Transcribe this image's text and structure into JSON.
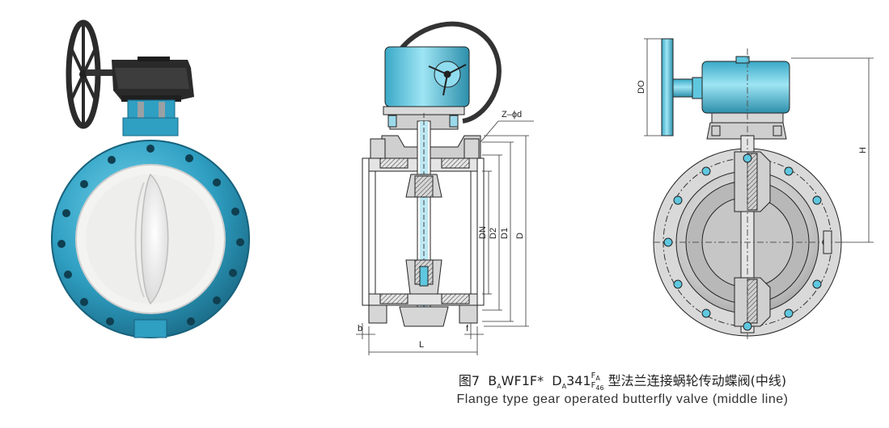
{
  "figure": {
    "caption_cn_prefix": "图7",
    "caption_cn_model": "B",
    "caption_cn_model_sub": "A",
    "caption_cn_model_rest": "WF1F*",
    "caption_cn_model2": "D",
    "caption_cn_model2_sub": "A",
    "caption_cn_model2_rest": "341",
    "caption_cn_frac_top": "F",
    "caption_cn_frac_top_sub": "A",
    "caption_cn_frac_bot": "F",
    "caption_cn_frac_bot_sub": "46",
    "caption_cn_title": "型法兰连接蜗轮传动蝶阀(中线)",
    "caption_en": "Flange type gear operated butterfly valve (middle line)"
  },
  "labels": {
    "z_phi_d": "Z–ϕd",
    "dn": "DN",
    "d2": "D2",
    "d1": "D1",
    "d": "D",
    "b": "b",
    "l": "L",
    "f": "f",
    "do": "DO",
    "h": "H"
  },
  "colors": {
    "valve_blue": "#2f9fc2",
    "valve_blue_dark": "#1f6f8c",
    "liner_white": "#f3f3f1",
    "gearbox_black": "#2a2a2a",
    "drawing_cyan": "#5fc7df",
    "drawing_grey": "#c9c9c9",
    "line": "#222222"
  }
}
